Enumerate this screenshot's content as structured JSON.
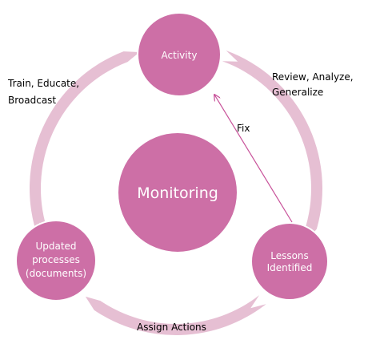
{
  "center": {
    "label": "Monitoring"
  },
  "nodes": {
    "activity": {
      "label": "Activity"
    },
    "lessons": {
      "lines": [
        "Lessons",
        "Identified"
      ]
    },
    "updated": {
      "lines": [
        "Updated",
        "processes",
        "(documents)"
      ]
    }
  },
  "edges": {
    "train": {
      "lines": [
        "Train, Educate,",
        "Broadcast"
      ]
    },
    "review": {
      "lines": [
        "Review, Analyze,",
        "Generalize"
      ]
    },
    "assign": {
      "label": "Assign Actions"
    },
    "fix": {
      "label": "Fix"
    }
  },
  "colors": {
    "node_fill": "#cd6fa6",
    "node_stroke": "#ffffff",
    "ring": "#e6bfd3",
    "fix_arrow": "#c8529a"
  }
}
